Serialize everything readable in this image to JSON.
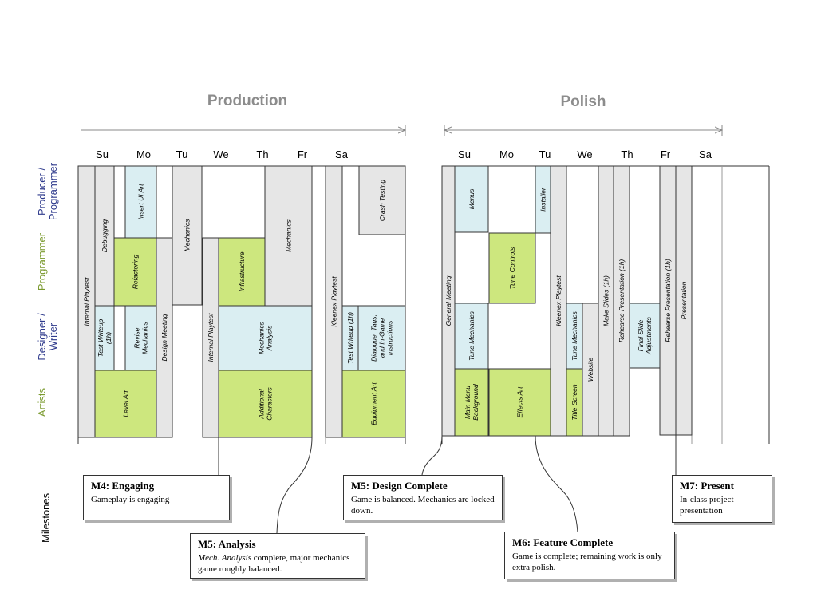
{
  "phases": [
    {
      "title": "Production"
    },
    {
      "title": "Polish"
    }
  ],
  "roles": [
    {
      "label_lines": [
        "Producer /",
        "Programmer"
      ],
      "color": "#2e3a8c"
    },
    {
      "label_lines": [
        "Programmer"
      ],
      "color": "#7a9a2e"
    },
    {
      "label_lines": [
        "Designer /",
        "Writer"
      ],
      "color": "#2e3a8c"
    },
    {
      "label_lines": [
        "Artists"
      ],
      "color": "#7a9a2e"
    }
  ],
  "weeks": [
    {
      "days": [
        "Su",
        "Mo",
        "Tu",
        "We",
        "Th",
        "Fr",
        "Sa"
      ]
    },
    {
      "days": [
        "Su",
        "Mo",
        "Tu",
        "We",
        "Th",
        "Fr",
        "Sa"
      ]
    }
  ],
  "colors": {
    "gray": "#e6e6e6",
    "blue": "#daeef2",
    "green": "#cde77e"
  },
  "tasks": [
    {
      "label": "Internal Playtest",
      "color": "gray"
    },
    {
      "label": "Debugging",
      "color": "gray"
    },
    {
      "label": "Test Writeup (1h)",
      "color": "blue"
    },
    {
      "label": "Insert UI Art",
      "color": "blue"
    },
    {
      "label": "Refactoring",
      "color": "green"
    },
    {
      "label": "Revise Mechanics",
      "color": "blue"
    },
    {
      "label": "Level Art",
      "color": "green"
    },
    {
      "label": "Design Meeting",
      "color": "gray"
    },
    {
      "label": "Mechanics",
      "color": "gray"
    },
    {
      "label": "Internal Playtest",
      "color": "gray"
    },
    {
      "label": "Infrastructure",
      "color": "green"
    },
    {
      "label": "Mechanics Analysis",
      "color": "blue"
    },
    {
      "label": "Additional Characters",
      "color": "green"
    },
    {
      "label": "Mechanics",
      "color": "gray"
    },
    {
      "label": "Kleenex Playtest",
      "color": "gray"
    },
    {
      "label": "Test Writeup (1h)",
      "color": "blue"
    },
    {
      "label": "Crash Testing",
      "color": "gray"
    },
    {
      "label": "Dialogue, Tags, and In-Game Instructions",
      "color": "blue"
    },
    {
      "label": "Equipment Art",
      "color": "green"
    },
    {
      "label": "General Meeting",
      "color": "gray"
    },
    {
      "label": "Menus",
      "color": "blue"
    },
    {
      "label": "Tune Mechanics",
      "color": "blue"
    },
    {
      "label": "Main Menu Background",
      "color": "green"
    },
    {
      "label": "Tune Controls",
      "color": "green"
    },
    {
      "label": "Effects Art",
      "color": "green"
    },
    {
      "label": "Installer",
      "color": "blue"
    },
    {
      "label": "Kleenex Playtest",
      "color": "gray"
    },
    {
      "label": "Tune Mechanics",
      "color": "blue"
    },
    {
      "label": "Title Screen",
      "color": "green"
    },
    {
      "label": "Website",
      "color": "gray"
    },
    {
      "label": "Make Slides (1h)",
      "color": "gray"
    },
    {
      "label": "Rehearse Presentation (1h)",
      "color": "gray"
    },
    {
      "label": "Final Slide Adjustments",
      "color": "blue"
    },
    {
      "label": "Rehearse Presentation (1h)",
      "color": "gray"
    },
    {
      "label": "Presentation",
      "color": "gray"
    }
  ],
  "milestones_label": "Milestones",
  "milestones": [
    {
      "title": "M4: Engaging",
      "desc": "Gameplay is engaging"
    },
    {
      "title": "M5: Analysis",
      "desc_em": "Mech. Analysis",
      "desc": " complete, major mechanics game roughly balanced."
    },
    {
      "title": "M5: Design Complete",
      "desc": "Game is balanced. Mechanics are locked down."
    },
    {
      "title": "M6: Feature Complete",
      "desc": "Game is complete; remaining work is only extra polish."
    },
    {
      "title": "M7: Present",
      "desc": "In-class project presentation"
    }
  ]
}
